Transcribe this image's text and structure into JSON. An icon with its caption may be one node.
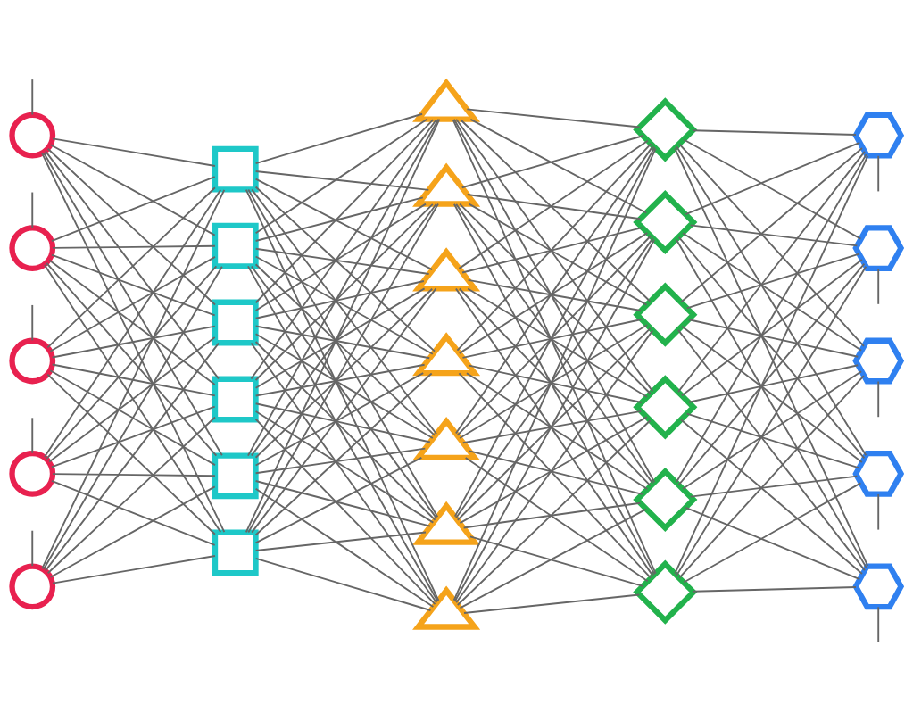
{
  "diagram": {
    "nodes": [
      {
        "text": [],
        "shape": "circle"
      },
      {
        "text": [],
        "shape": "circle"
      },
      {
        "text": [],
        "shape": "circle"
      },
      {
        "text": [],
        "shape": "circle"
      },
      {
        "text": [],
        "shape": "circle"
      },
      {
        "text": [],
        "shape": "box"
      },
      {
        "text": [],
        "shape": "box"
      },
      {
        "text": [],
        "shape": "box"
      },
      {
        "text": [],
        "shape": "box"
      },
      {
        "text": [],
        "shape": "box"
      },
      {
        "text": [],
        "shape": "box"
      },
      {
        "text": [],
        "shape": "triangle"
      },
      {
        "text": [],
        "shape": "triangle"
      },
      {
        "text": [],
        "shape": "triangle"
      },
      {
        "text": [],
        "shape": "triangle"
      },
      {
        "text": [],
        "shape": "triangle"
      },
      {
        "text": [],
        "shape": "triangle"
      },
      {
        "text": [],
        "shape": "triangle"
      },
      {
        "text": [],
        "shape": "diamond"
      },
      {
        "text": [],
        "shape": "diamond"
      },
      {
        "text": [],
        "shape": "diamond"
      },
      {
        "text": [],
        "shape": "diamond"
      },
      {
        "text": [],
        "shape": "diamond"
      },
      {
        "text": [],
        "shape": "diamond"
      },
      {
        "text": [],
        "shape": "hexagon"
      },
      {
        "text": [],
        "shape": "hexagon"
      },
      {
        "text": [],
        "shape": "hexagon"
      },
      {
        "text": [],
        "shape": "hexagon"
      },
      {
        "text": [],
        "shape": "hexagon"
      }
    ],
    "edges": [
      {
        "from": null,
        "to": 0,
        "arrow": "none"
      },
      {
        "from": null,
        "to": 1,
        "arrow": "none"
      },
      {
        "from": null,
        "to": 2,
        "arrow": "none"
      },
      {
        "from": null,
        "to": 3,
        "arrow": "none"
      },
      {
        "from": null,
        "to": 4,
        "arrow": "none"
      },
      {
        "from": 0,
        "to": 5,
        "arrow": "none"
      },
      {
        "from": 0,
        "to": 6,
        "arrow": "none"
      },
      {
        "from": 0,
        "to": 7,
        "arrow": "none"
      },
      {
        "from": 0,
        "to": 8,
        "arrow": "none"
      },
      {
        "from": 0,
        "to": 9,
        "arrow": "none"
      },
      {
        "from": 0,
        "to": 10,
        "arrow": "none"
      },
      {
        "from": 1,
        "to": 5,
        "arrow": "none"
      },
      {
        "from": 1,
        "to": 6,
        "arrow": "none"
      },
      {
        "from": 1,
        "to": 7,
        "arrow": "none"
      },
      {
        "from": 1,
        "to": 8,
        "arrow": "none"
      },
      {
        "from": 1,
        "to": 9,
        "arrow": "none"
      },
      {
        "from": 1,
        "to": 10,
        "arrow": "none"
      },
      {
        "from": 2,
        "to": 5,
        "arrow": "none"
      },
      {
        "from": 2,
        "to": 6,
        "arrow": "none"
      },
      {
        "from": 2,
        "to": 7,
        "arrow": "none"
      },
      {
        "from": 2,
        "to": 8,
        "arrow": "none"
      },
      {
        "from": 2,
        "to": 9,
        "arrow": "none"
      },
      {
        "from": 2,
        "to": 10,
        "arrow": "none"
      },
      {
        "from": 3,
        "to": 5,
        "arrow": "none"
      },
      {
        "from": 3,
        "to": 6,
        "arrow": "none"
      },
      {
        "from": 3,
        "to": 7,
        "arrow": "none"
      },
      {
        "from": 3,
        "to": 8,
        "arrow": "none"
      },
      {
        "from": 3,
        "to": 9,
        "arrow": "none"
      },
      {
        "from": 3,
        "to": 10,
        "arrow": "none"
      },
      {
        "from": 4,
        "to": 5,
        "arrow": "none"
      },
      {
        "from": 4,
        "to": 6,
        "arrow": "none"
      },
      {
        "from": 4,
        "to": 7,
        "arrow": "none"
      },
      {
        "from": 4,
        "to": 8,
        "arrow": "none"
      },
      {
        "from": 4,
        "to": 9,
        "arrow": "none"
      },
      {
        "from": 4,
        "to": 10,
        "arrow": "none"
      },
      {
        "from": 5,
        "to": 11,
        "arrow": "none"
      },
      {
        "from": 5,
        "to": 12,
        "arrow": "none"
      },
      {
        "from": 5,
        "to": 13,
        "arrow": "none"
      },
      {
        "from": 5,
        "to": 14,
        "arrow": "none"
      },
      {
        "from": 5,
        "to": 15,
        "arrow": "none"
      },
      {
        "from": 5,
        "to": 16,
        "arrow": "none"
      },
      {
        "from": 5,
        "to": 17,
        "arrow": "none"
      },
      {
        "from": 6,
        "to": 11,
        "arrow": "none"
      },
      {
        "from": 6,
        "to": 12,
        "arrow": "none"
      },
      {
        "from": 6,
        "to": 13,
        "arrow": "none"
      },
      {
        "from": 6,
        "to": 14,
        "arrow": "none"
      },
      {
        "from": 6,
        "to": 15,
        "arrow": "none"
      },
      {
        "from": 6,
        "to": 16,
        "arrow": "none"
      },
      {
        "from": 6,
        "to": 17,
        "arrow": "none"
      },
      {
        "from": 7,
        "to": 11,
        "arrow": "none"
      },
      {
        "from": 7,
        "to": 12,
        "arrow": "none"
      },
      {
        "from": 7,
        "to": 13,
        "arrow": "none"
      },
      {
        "from": 7,
        "to": 14,
        "arrow": "none"
      },
      {
        "from": 7,
        "to": 15,
        "arrow": "none"
      },
      {
        "from": 7,
        "to": 16,
        "arrow": "none"
      },
      {
        "from": 7,
        "to": 17,
        "arrow": "none"
      },
      {
        "from": 8,
        "to": 11,
        "arrow": "none"
      },
      {
        "from": 8,
        "to": 12,
        "arrow": "none"
      },
      {
        "from": 8,
        "to": 13,
        "arrow": "none"
      },
      {
        "from": 8,
        "to": 14,
        "arrow": "none"
      },
      {
        "from": 8,
        "to": 15,
        "arrow": "none"
      },
      {
        "from": 8,
        "to": 16,
        "arrow": "none"
      },
      {
        "from": 8,
        "to": 17,
        "arrow": "none"
      },
      {
        "from": 9,
        "to": 11,
        "arrow": "none"
      },
      {
        "from": 9,
        "to": 12,
        "arrow": "none"
      },
      {
        "from": 9,
        "to": 13,
        "arrow": "none"
      },
      {
        "from": 9,
        "to": 14,
        "arrow": "none"
      },
      {
        "from": 9,
        "to": 15,
        "arrow": "none"
      },
      {
        "from": 9,
        "to": 16,
        "arrow": "none"
      },
      {
        "from": 9,
        "to": 17,
        "arrow": "none"
      },
      {
        "from": 10,
        "to": 11,
        "arrow": "none"
      },
      {
        "from": 10,
        "to": 12,
        "arrow": "none"
      },
      {
        "from": 10,
        "to": 13,
        "arrow": "none"
      },
      {
        "from": 10,
        "to": 14,
        "arrow": "none"
      },
      {
        "from": 10,
        "to": 15,
        "arrow": "none"
      },
      {
        "from": 10,
        "to": 16,
        "arrow": "none"
      },
      {
        "from": 10,
        "to": 17,
        "arrow": "none"
      },
      {
        "from": 11,
        "to": 18,
        "arrow": "none"
      },
      {
        "from": 11,
        "to": 19,
        "arrow": "none"
      },
      {
        "from": 11,
        "to": 20,
        "arrow": "none"
      },
      {
        "from": 11,
        "to": 21,
        "arrow": "none"
      },
      {
        "from": 11,
        "to": 22,
        "arrow": "none"
      },
      {
        "from": 11,
        "to": 23,
        "arrow": "none"
      },
      {
        "from": 12,
        "to": 18,
        "arrow": "none"
      },
      {
        "from": 12,
        "to": 19,
        "arrow": "none"
      },
      {
        "from": 12,
        "to": 20,
        "arrow": "none"
      },
      {
        "from": 12,
        "to": 21,
        "arrow": "none"
      },
      {
        "from": 12,
        "to": 22,
        "arrow": "none"
      },
      {
        "from": 12,
        "to": 23,
        "arrow": "none"
      },
      {
        "from": 13,
        "to": 18,
        "arrow": "none"
      },
      {
        "from": 13,
        "to": 19,
        "arrow": "none"
      },
      {
        "from": 13,
        "to": 20,
        "arrow": "none"
      },
      {
        "from": 13,
        "to": 21,
        "arrow": "none"
      },
      {
        "from": 13,
        "to": 22,
        "arrow": "none"
      },
      {
        "from": 13,
        "to": 23,
        "arrow": "none"
      },
      {
        "from": 14,
        "to": 18,
        "arrow": "none"
      },
      {
        "from": 14,
        "to": 19,
        "arrow": "none"
      },
      {
        "from": 14,
        "to": 20,
        "arrow": "none"
      },
      {
        "from": 14,
        "to": 21,
        "arrow": "none"
      },
      {
        "from": 14,
        "to": 22,
        "arrow": "none"
      },
      {
        "from": 14,
        "to": 23,
        "arrow": "none"
      },
      {
        "from": 15,
        "to": 18,
        "arrow": "none"
      },
      {
        "from": 15,
        "to": 19,
        "arrow": "none"
      },
      {
        "from": 15,
        "to": 20,
        "arrow": "none"
      },
      {
        "from": 15,
        "to": 21,
        "arrow": "none"
      },
      {
        "from": 15,
        "to": 22,
        "arrow": "none"
      },
      {
        "from": 15,
        "to": 23,
        "arrow": "none"
      },
      {
        "from": 16,
        "to": 18,
        "arrow": "none"
      },
      {
        "from": 16,
        "to": 19,
        "arrow": "none"
      },
      {
        "from": 16,
        "to": 20,
        "arrow": "none"
      },
      {
        "from": 16,
        "to": 21,
        "arrow": "none"
      },
      {
        "from": 16,
        "to": 22,
        "arrow": "none"
      },
      {
        "from": 16,
        "to": 23,
        "arrow": "none"
      },
      {
        "from": 17,
        "to": 18,
        "arrow": "none"
      },
      {
        "from": 17,
        "to": 19,
        "arrow": "none"
      },
      {
        "from": 17,
        "to": 20,
        "arrow": "none"
      },
      {
        "from": 17,
        "to": 21,
        "arrow": "none"
      },
      {
        "from": 17,
        "to": 22,
        "arrow": "none"
      },
      {
        "from": 17,
        "to": 23,
        "arrow": "none"
      },
      {
        "from": 18,
        "to": 24,
        "arrow": "none"
      },
      {
        "from": 18,
        "to": 25,
        "arrow": "none"
      },
      {
        "from": 18,
        "to": 26,
        "arrow": "none"
      },
      {
        "from": 18,
        "to": 27,
        "arrow": "none"
      },
      {
        "from": 18,
        "to": 28,
        "arrow": "none"
      },
      {
        "from": 19,
        "to": 24,
        "arrow": "none"
      },
      {
        "from": 19,
        "to": 25,
        "arrow": "none"
      },
      {
        "from": 19,
        "to": 26,
        "arrow": "none"
      },
      {
        "from": 19,
        "to": 27,
        "arrow": "none"
      },
      {
        "from": 19,
        "to": 28,
        "arrow": "none"
      },
      {
        "from": 20,
        "to": 24,
        "arrow": "none"
      },
      {
        "from": 20,
        "to": 25,
        "arrow": "none"
      },
      {
        "from": 20,
        "to": 26,
        "arrow": "none"
      },
      {
        "from": 20,
        "to": 27,
        "arrow": "none"
      },
      {
        "from": 20,
        "to": 28,
        "arrow": "none"
      },
      {
        "from": 21,
        "to": 24,
        "arrow": "none"
      },
      {
        "from": 21,
        "to": 25,
        "arrow": "none"
      },
      {
        "from": 21,
        "to": 26,
        "arrow": "none"
      },
      {
        "from": 21,
        "to": 27,
        "arrow": "none"
      },
      {
        "from": 21,
        "to": 28,
        "arrow": "none"
      },
      {
        "from": 22,
        "to": 24,
        "arrow": "none"
      },
      {
        "from": 22,
        "to": 25,
        "arrow": "none"
      },
      {
        "from": 22,
        "to": 26,
        "arrow": "none"
      },
      {
        "from": 22,
        "to": 27,
        "arrow": "none"
      },
      {
        "from": 22,
        "to": 28,
        "arrow": "none"
      },
      {
        "from": 23,
        "to": 24,
        "arrow": "none"
      },
      {
        "from": 23,
        "to": 25,
        "arrow": "none"
      },
      {
        "from": 23,
        "to": 26,
        "arrow": "none"
      },
      {
        "from": 23,
        "to": 27,
        "arrow": "none"
      },
      {
        "from": 23,
        "to": 28,
        "arrow": "none"
      },
      {
        "from": 24,
        "to": null,
        "arrow": "none"
      },
      {
        "from": 25,
        "to": null,
        "arrow": "none"
      },
      {
        "from": 26,
        "to": null,
        "arrow": "none"
      },
      {
        "from": 27,
        "to": null,
        "arrow": "none"
      },
      {
        "from": 28,
        "to": null,
        "arrow": "none"
      }
    ]
  }
}
